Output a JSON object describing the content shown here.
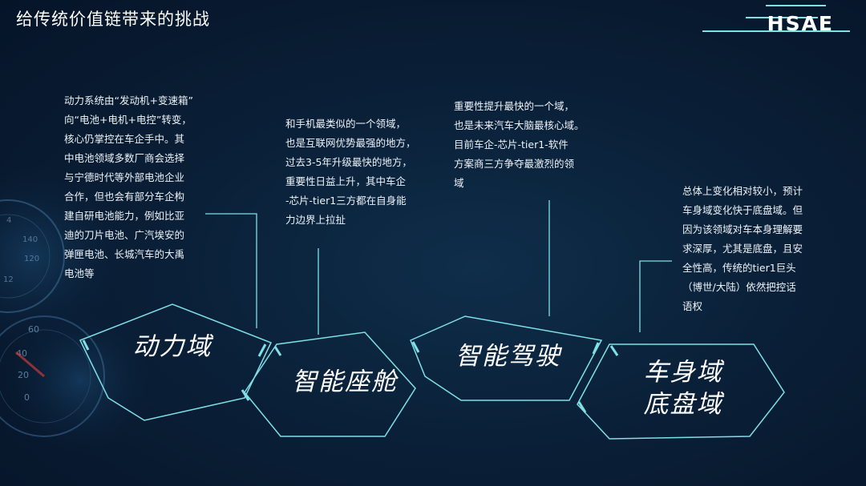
{
  "header": {
    "title": "给传统价值链带来的挑战",
    "logo_text": "HSAE"
  },
  "domains": [
    {
      "label": "动力域",
      "description": "动力系统由“发动机+变速箱”\n向“电池+电机+电控”转变，\n核心仍掌控在车企手中。其\n中电池领域多数厂商会选择\n与宁德时代等外部电池企业\n合作，但也会有部分车企构\n建自研电池能力，例如比亚\n迪的刀片电池、广汽埃安的\n弹匣电池、长城汽车的大禹\n电池等"
    },
    {
      "label": "智能座舱",
      "description": "和手机最类似的一个领域，\n也是互联网优势最强的地方，\n过去3-5年升级最快的地方，\n重要性日益上升，其中车企\n-芯片-tier1三方都在自身能\n力边界上拉扯"
    },
    {
      "label": "智能驾驶",
      "description": "重要性提升最快的一个域，\n也是未来汽车大脑最核心域。\n目前车企-芯片-tier1-软件\n方案商三方争夺最激烈的领\n域"
    },
    {
      "label": "车身域\n底盘域",
      "description": "总体上变化相对较小，预计\n车身域变化快于底盘域。但\n因为该领域对车本身理解要\n求深厚，尤其是底盘，且安\n全性高，传统的tier1巨头\n（博世/大陆）依然把控话\n语权"
    }
  ],
  "gauge": {
    "ticks": [
      "60",
      "40",
      "20",
      "0",
      "140",
      "120",
      "12",
      "4"
    ]
  },
  "colors": {
    "accent": "#7fe0e8",
    "text": "#ffffff",
    "background": "#0a2038"
  }
}
